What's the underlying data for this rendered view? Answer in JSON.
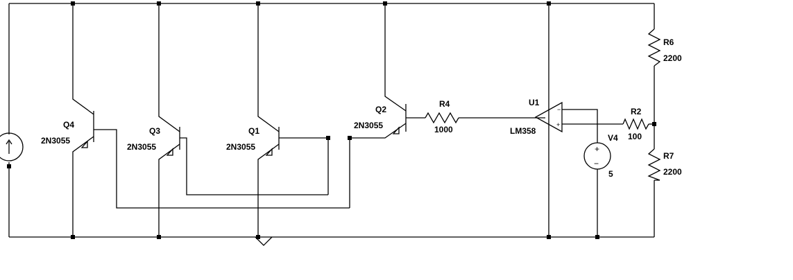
{
  "components": {
    "q4": {
      "ref": "Q4",
      "model": "2N3055"
    },
    "q3": {
      "ref": "Q3",
      "model": "2N3055"
    },
    "q1": {
      "ref": "Q1",
      "model": "2N3055"
    },
    "q2": {
      "ref": "Q2",
      "model": "2N3055"
    },
    "r4": {
      "ref": "R4",
      "value": "1000"
    },
    "u1": {
      "ref": "U1",
      "model": "LM358",
      "minus_sign": "−",
      "plus_sign": "+"
    },
    "r2": {
      "ref": "R2",
      "value": "100"
    },
    "r6": {
      "ref": "R6",
      "value": "2200"
    },
    "r7": {
      "ref": "R7",
      "value": "2200"
    },
    "v4": {
      "ref": "V4",
      "value": "5",
      "plus_sign": "+",
      "minus_sign": "−"
    }
  }
}
